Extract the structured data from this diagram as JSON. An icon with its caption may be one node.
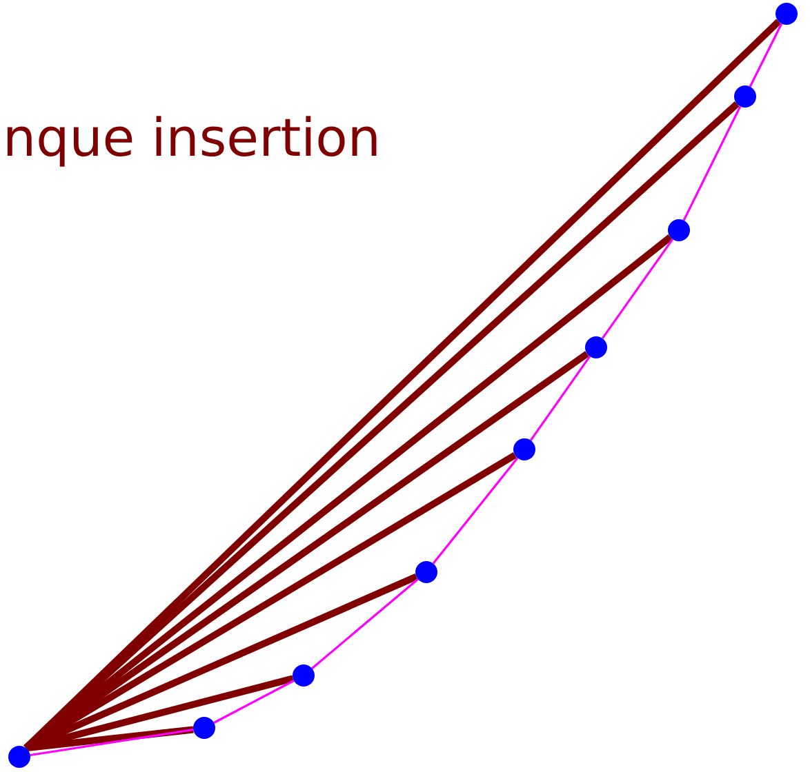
{
  "diagram": {
    "nodes": [
      {
        "text": [],
        "shape": "circle"
      },
      {
        "text": [],
        "shape": "circle"
      },
      {
        "text": [],
        "shape": "circle"
      },
      {
        "text": [],
        "shape": "circle"
      },
      {
        "text": [],
        "shape": "circle"
      },
      {
        "text": [],
        "shape": "circle"
      },
      {
        "text": [],
        "shape": "circle"
      },
      {
        "text": [],
        "shape": "circle"
      },
      {
        "text": [],
        "shape": "circle"
      }
    ],
    "edges": [
      {
        "from": 0,
        "to": 1,
        "arrow": "none",
        "color": "#ff00ff"
      },
      {
        "from": 1,
        "to": 2,
        "arrow": "none",
        "color": "#ff00ff"
      },
      {
        "from": 2,
        "to": 3,
        "arrow": "none",
        "color": "#ff00ff"
      },
      {
        "from": 3,
        "to": 4,
        "arrow": "none",
        "color": "#ff00ff"
      },
      {
        "from": 4,
        "to": 5,
        "arrow": "none",
        "color": "#ff00ff"
      },
      {
        "from": 5,
        "to": 6,
        "arrow": "none",
        "color": "#ff00ff"
      },
      {
        "from": 6,
        "to": 7,
        "arrow": "none",
        "color": "#ff00ff"
      },
      {
        "from": 7,
        "to": 8,
        "arrow": "none",
        "color": "#ff00ff"
      },
      {
        "from": 0,
        "to": 1,
        "arrow": "none",
        "style": "thick",
        "color": "#800000"
      },
      {
        "from": 0,
        "to": 2,
        "arrow": "none",
        "style": "thick",
        "color": "#800000"
      },
      {
        "from": 0,
        "to": 3,
        "arrow": "none",
        "style": "thick",
        "color": "#800000"
      },
      {
        "from": 0,
        "to": 4,
        "arrow": "none",
        "style": "thick",
        "color": "#800000"
      },
      {
        "from": 0,
        "to": 5,
        "arrow": "none",
        "style": "thick",
        "color": "#800000"
      },
      {
        "from": 0,
        "to": 6,
        "arrow": "none",
        "style": "thick",
        "color": "#800000"
      },
      {
        "from": 0,
        "to": 7,
        "arrow": "none",
        "style": "thick",
        "color": "#800000"
      },
      {
        "from": 0,
        "to": 8,
        "arrow": "none",
        "style": "thick",
        "color": "#800000"
      }
    ],
    "labels": [
      "nque insertion"
    ]
  }
}
